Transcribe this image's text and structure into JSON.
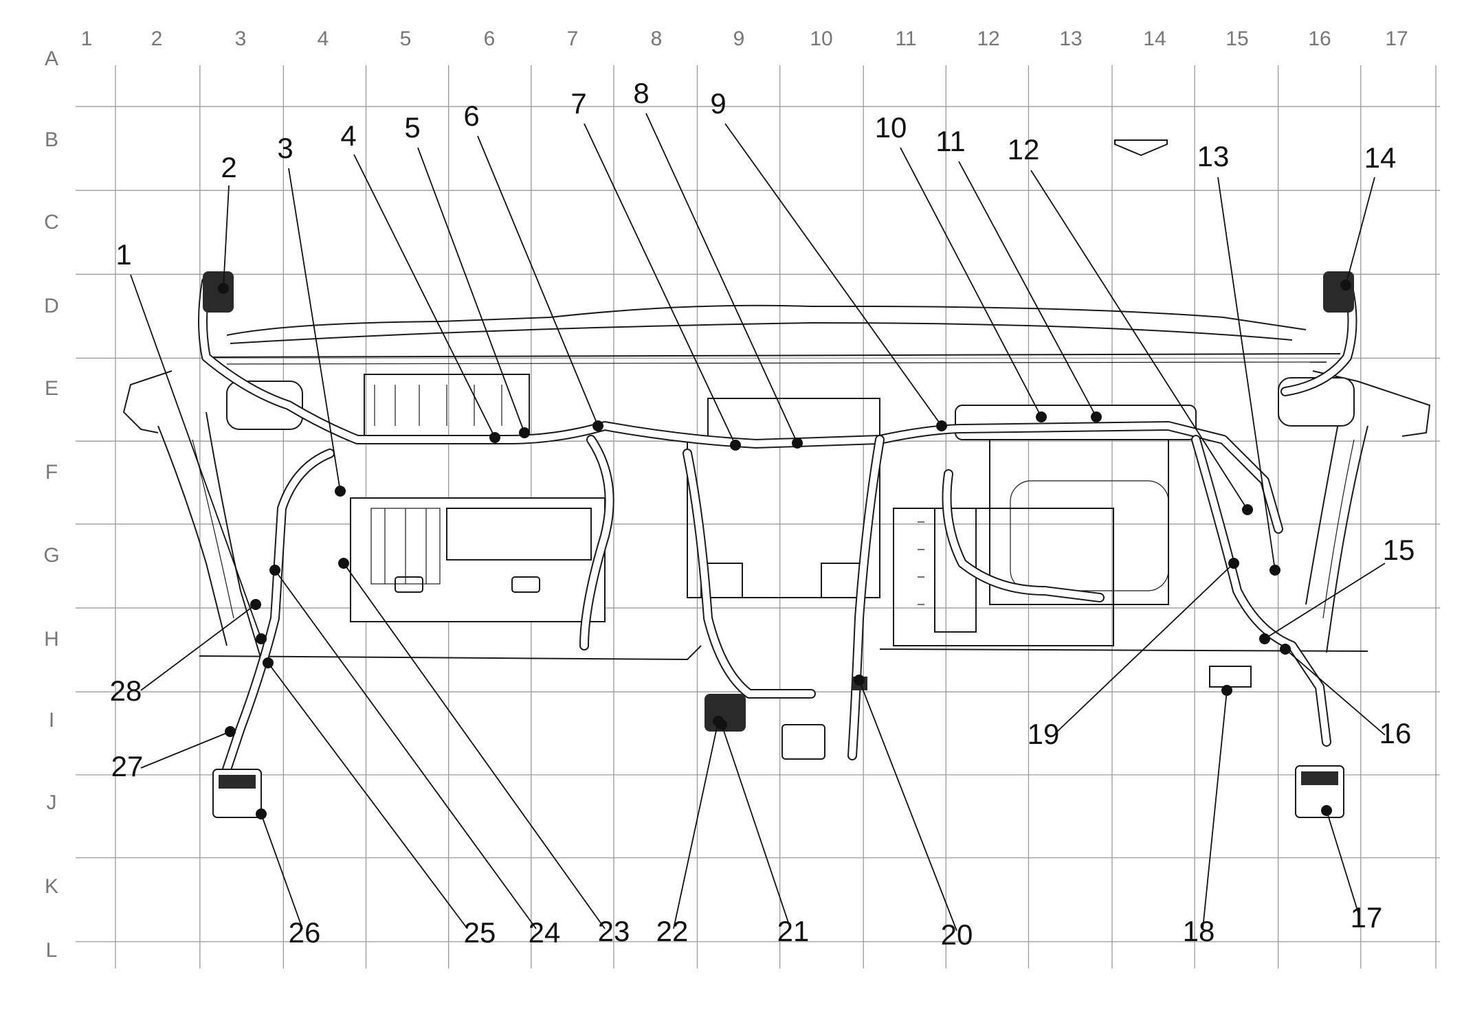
{
  "grid": {
    "columns": [
      "1",
      "2",
      "3",
      "4",
      "5",
      "6",
      "7",
      "8",
      "9",
      "10",
      "11",
      "12",
      "13",
      "14",
      "15",
      "16",
      "17"
    ],
    "rows": [
      "A",
      "B",
      "C",
      "D",
      "E",
      "F",
      "G",
      "H",
      "I",
      "J",
      "K",
      "L"
    ]
  },
  "callouts": [
    {
      "label": "1"
    },
    {
      "label": "2"
    },
    {
      "label": "3"
    },
    {
      "label": "4"
    },
    {
      "label": "5"
    },
    {
      "label": "6"
    },
    {
      "label": "7"
    },
    {
      "label": "8"
    },
    {
      "label": "9"
    },
    {
      "label": "10"
    },
    {
      "label": "11"
    },
    {
      "label": "12"
    },
    {
      "label": "13"
    },
    {
      "label": "14"
    },
    {
      "label": "15"
    },
    {
      "label": "16"
    },
    {
      "label": "17"
    },
    {
      "label": "18"
    },
    {
      "label": "19"
    },
    {
      "label": "20"
    },
    {
      "label": "21"
    },
    {
      "label": "22"
    },
    {
      "label": "23"
    },
    {
      "label": "24"
    },
    {
      "label": "25"
    },
    {
      "label": "26"
    },
    {
      "label": "27"
    },
    {
      "label": "28"
    }
  ],
  "icons": {
    "direction_arrow": "down-arrow-icon"
  }
}
